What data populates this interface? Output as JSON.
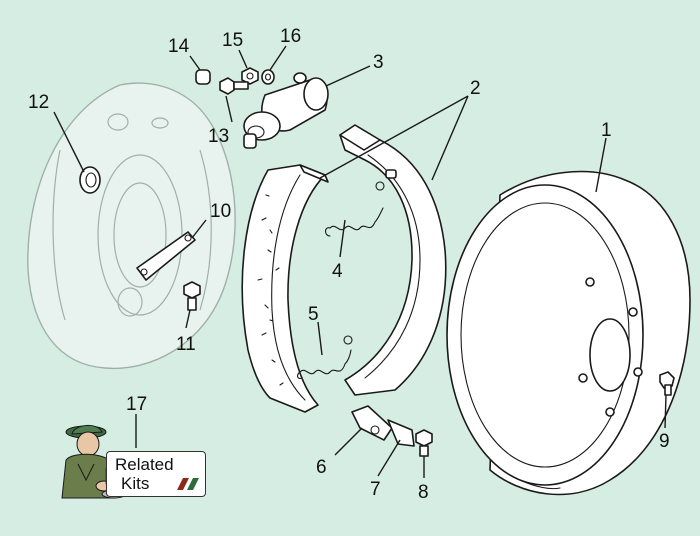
{
  "part_numbers": [
    "1",
    "2",
    "3",
    "4",
    "5",
    "6",
    "7",
    "8",
    "9",
    "10",
    "11",
    "12",
    "13",
    "14",
    "15",
    "16",
    "17"
  ],
  "kits_badge": {
    "line1": "Related",
    "line2": "Kits",
    "stripe_colors": [
      "#8b2a1b",
      "#2f6b3a"
    ]
  },
  "colors": {
    "background": "#d6ede4",
    "line": "#1a1a1a",
    "faded_line": "#9fb0aa"
  }
}
